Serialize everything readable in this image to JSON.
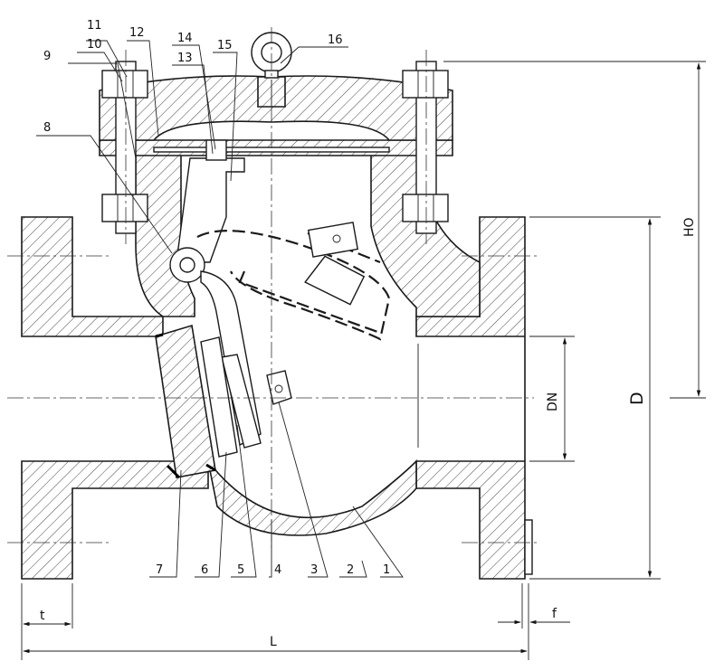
{
  "callouts": [
    "1",
    "2",
    "3",
    "4",
    "5",
    "6",
    "7",
    "8",
    "9",
    "10",
    "11",
    "12",
    "13",
    "14",
    "15",
    "16"
  ],
  "dimensions": {
    "height_open": "HO",
    "flange_diameter": "D",
    "nominal_diameter": "DN",
    "face_to_face": "L",
    "flange_thickness": "t",
    "raised_face": "f"
  },
  "colors": {
    "line": "#1a1a1a",
    "background": "#ffffff"
  }
}
